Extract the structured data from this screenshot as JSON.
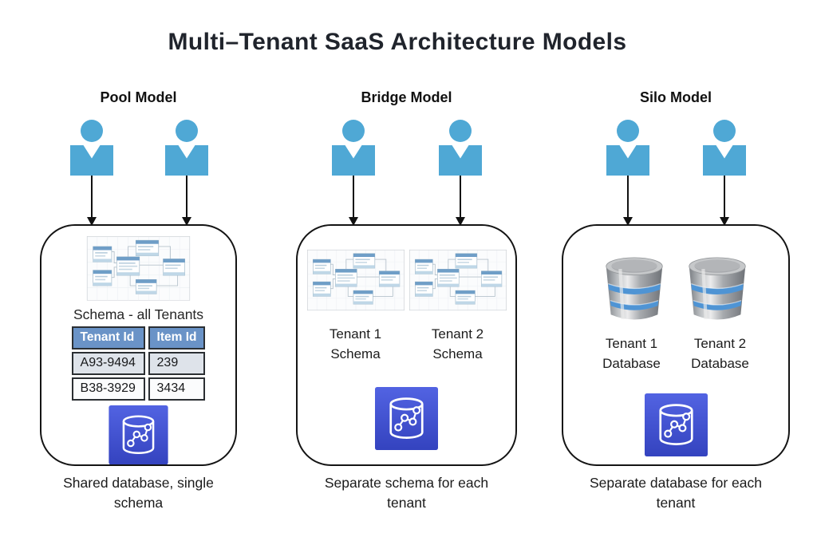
{
  "title": "Multi–Tenant SaaS Architecture Models",
  "models": [
    {
      "name": "Pool Model",
      "schema_image_label": "Schema - all Tenants",
      "table": {
        "headers": [
          "Tenant Id",
          "Item Id"
        ],
        "rows": [
          [
            "A93-9494",
            "239"
          ],
          [
            "B38-3929",
            "3434"
          ]
        ]
      },
      "caption": "Shared database, single schema"
    },
    {
      "name": "Bridge Model",
      "tenants": [
        {
          "line1": "Tenant 1",
          "line2": "Schema"
        },
        {
          "line1": "Tenant 2",
          "line2": "Schema"
        }
      ],
      "caption": "Separate schema for each tenant"
    },
    {
      "name": "Silo Model",
      "tenants": [
        {
          "line1": "Tenant 1",
          "line2": "Database"
        },
        {
          "line1": "Tenant 2",
          "line2": "Database"
        }
      ],
      "caption": "Separate database for each tenant"
    }
  ],
  "icons": {
    "user": "user-icon",
    "arrow": "down-arrow-icon",
    "schema_image": "erd-schema-image",
    "shared_db": "graph-database-icon",
    "tenant_db": "database-cylinder-icon"
  },
  "colors": {
    "user_blue": "#4FA8D5",
    "table_header": "#6A93C7",
    "table_row_alt": "#DEE3EA",
    "db_icon_top": "#5263E2",
    "db_icon_bottom": "#3443BF",
    "cylinder_band": "#4F94D4",
    "box_border": "#141414",
    "text": "#1F2329"
  }
}
